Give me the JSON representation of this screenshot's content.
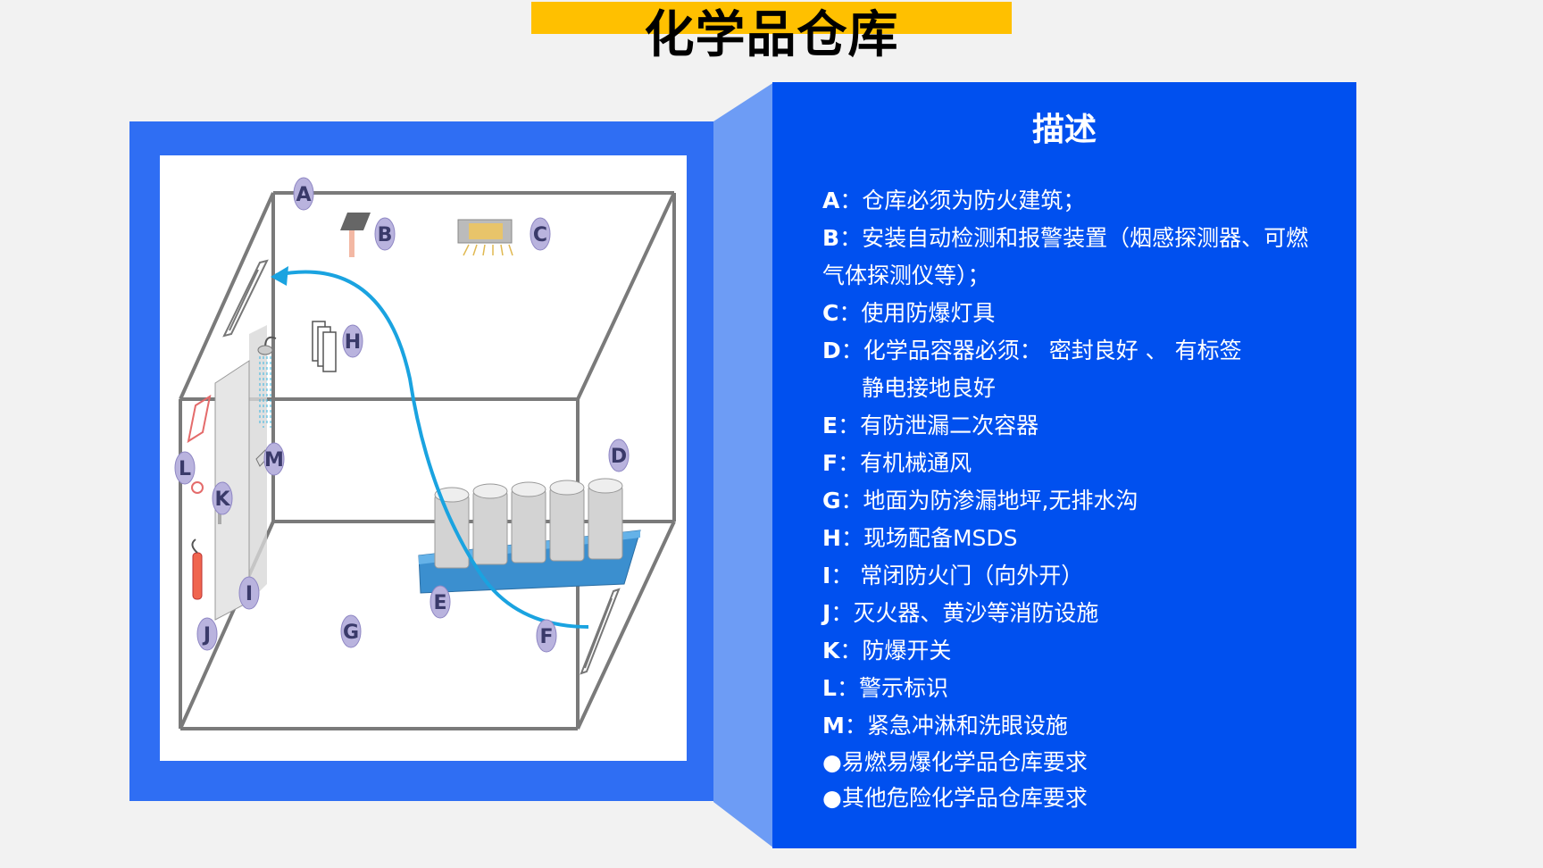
{
  "header": {
    "title": "化学品仓库"
  },
  "colors": {
    "title_bar": "#ffc000",
    "frame_blue": "#2f6ef3",
    "panel_blue": "#0050ef",
    "connector_blue": "#6d9cf5",
    "flow_arrow": "#1aa3e0"
  },
  "diagram": {
    "labels": [
      "A",
      "B",
      "C",
      "D",
      "E",
      "F",
      "G",
      "H",
      "I",
      "J",
      "K",
      "L",
      "M"
    ]
  },
  "description": {
    "title": "描述",
    "items": [
      {
        "key": "A",
        "sep": "：",
        "text": "仓库必须为防火建筑；"
      },
      {
        "key": "B",
        "sep": "：",
        "text": "安装自动检测和报警装置（烟感探测器、可燃",
        "cont": "气体探测仪等）；"
      },
      {
        "key": "C",
        "sep": "：",
        "text": "使用防爆灯具"
      },
      {
        "key": "D",
        "sep": "：",
        "text": "化学品容器必须： 密封良好 、 有标签",
        "cont": "静电接地良好"
      },
      {
        "key": "E",
        "sep": "：",
        "text": "有防泄漏二次容器"
      },
      {
        "key": "F",
        "sep": "：",
        "text": "有机械通风"
      },
      {
        "key": "G",
        "sep": "：",
        "text": "地面为防渗漏地坪,无排水沟"
      },
      {
        "key": "H",
        "sep": "：",
        "text": "现场配备MSDS"
      },
      {
        "key": "I",
        "sep": "：",
        "text": " 常闭防火门（向外开）"
      },
      {
        "key": "J",
        "sep": "：",
        "text": "灭火器、黄沙等消防设施"
      },
      {
        "key": "K",
        "sep": "：",
        "text": "防爆开关"
      },
      {
        "key": "L",
        "sep": "：",
        "text": "警示标识"
      },
      {
        "key": "M",
        "sep": "：",
        "text": "紧急冲淋和洗眼设施"
      }
    ],
    "bullets": [
      "●易燃易爆化学品仓库要求",
      "●其他危险化学品仓库要求"
    ]
  }
}
